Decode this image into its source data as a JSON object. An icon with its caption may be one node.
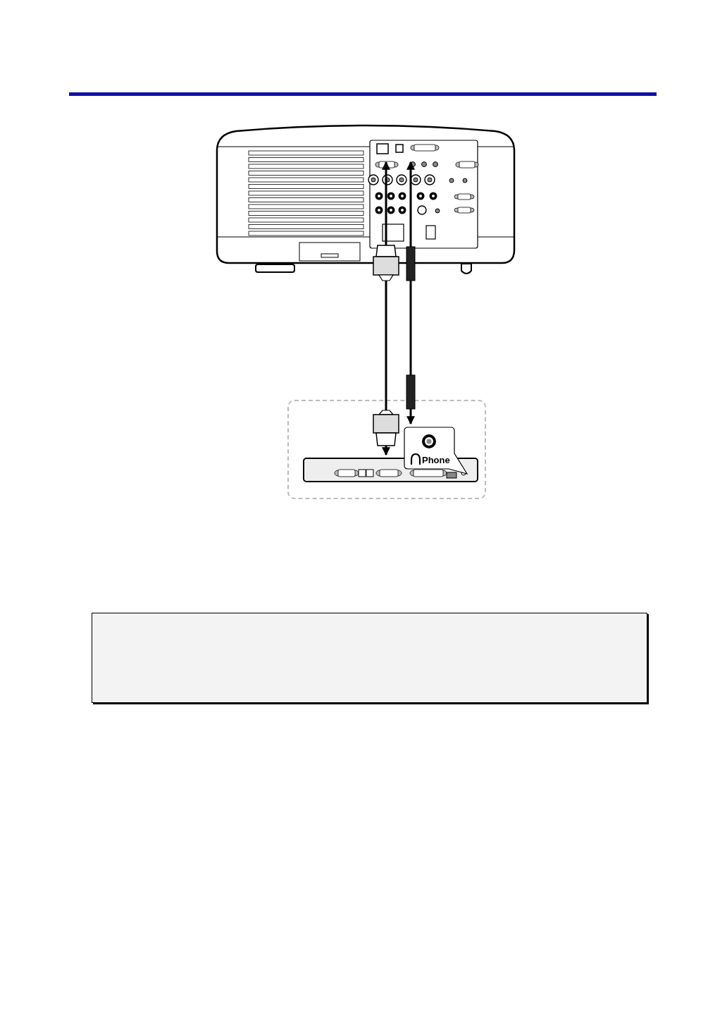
{
  "diagram": {
    "nodes": [
      {
        "text": [],
        "shape": "picture"
      },
      {
        "text": [],
        "shape": "box"
      },
      {
        "text": [],
        "shape": "picture",
        "in": 1
      },
      {
        "text": [
          "Phone"
        ],
        "in": 1
      }
    ],
    "edges": [
      {
        "from": 2,
        "to": 0,
        "arrow": "both"
      },
      {
        "from": 3,
        "to": 0,
        "arrow": "both"
      }
    ]
  }
}
